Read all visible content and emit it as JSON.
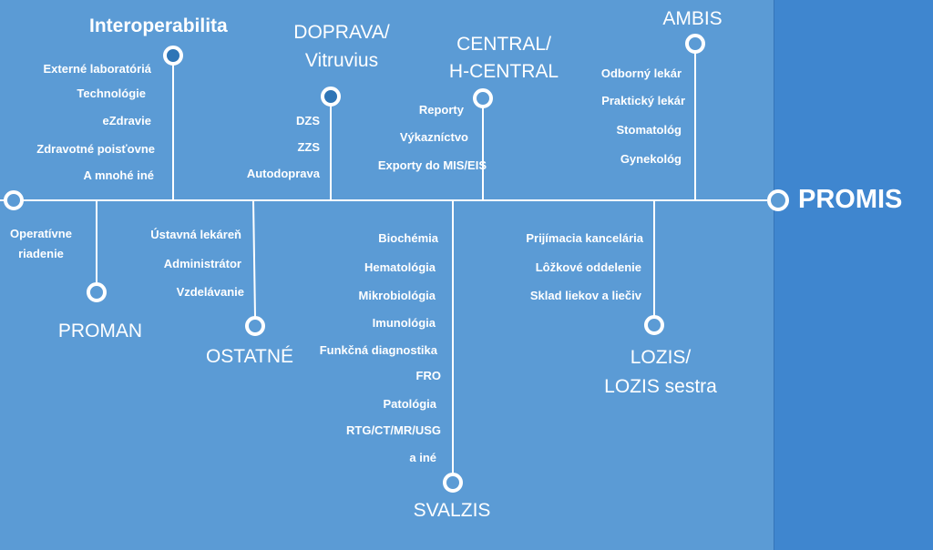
{
  "colors": {
    "background": "#5b9bd5",
    "right_band": "#3f86cf",
    "lines": "#ffffff",
    "text": "#ffffff",
    "filled_node": "#2e75b6"
  },
  "main_node": "PROMIS",
  "upper_branches": {
    "interop": {
      "title": "Interoperabilita",
      "items": [
        "Externé laboratóriá",
        "Technológie",
        "eZdravie",
        "Zdravotné poisťovne",
        "A mnohé iné"
      ]
    },
    "doprava": {
      "title_line1": "DOPRAVA/",
      "title_line2": "Vitruvius",
      "items": [
        "DZS",
        "ZZS",
        "Autodoprava"
      ]
    },
    "central": {
      "title_line1": "CENTRAL/",
      "title_line2": "H-CENTRAL",
      "items": [
        "Reporty",
        "Výkazníctvo",
        "Exporty do MIS/EIS"
      ]
    },
    "ambis": {
      "title": "AMBIS",
      "items": [
        "Odborný lekár",
        "Praktický lekár",
        "Stomatológ",
        "Gynekológ"
      ]
    }
  },
  "lower_branches": {
    "proman": {
      "title": "PROMAN",
      "items": [
        "Operatívne",
        "riadenie"
      ]
    },
    "ostatne": {
      "title": "OSTATNÉ",
      "items": [
        "Ústavná lekáreň",
        "Administrátor",
        "Vzdelávanie"
      ]
    },
    "svalzis": {
      "title": "SVALZIS",
      "items": [
        "Biochémia",
        "Hematológia",
        "Mikrobiológia",
        "Imunológia",
        "Funkčná diagnostika",
        "FRO",
        "Patológia",
        "RTG/CT/MR/USG",
        "a iné"
      ]
    },
    "lozis": {
      "title_line1": "LOZIS/",
      "title_line2": "LOZIS sestra",
      "items": [
        "Prijímacia kancelária",
        "Lôžkové oddelenie",
        "Sklad liekov a liečiv"
      ]
    }
  }
}
